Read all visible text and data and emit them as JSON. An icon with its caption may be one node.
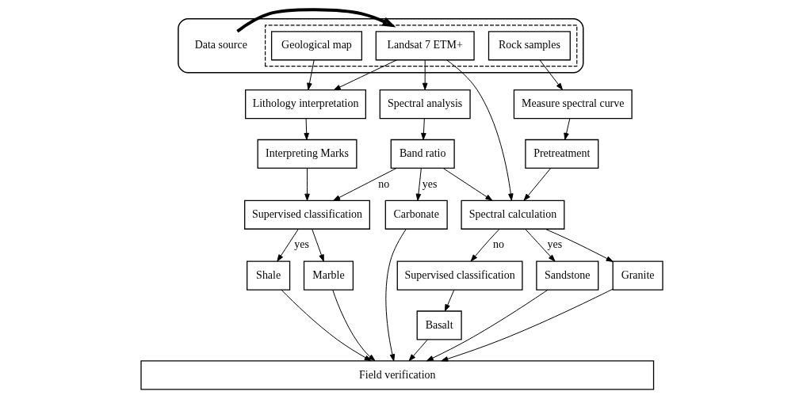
{
  "diagram": {
    "nodes": [
      {
        "text": [],
        "shape": "cylinder"
      },
      {
        "text": [],
        "shape": "box",
        "in": 0
      },
      {
        "text": [
          "Landsat 7 ETM+"
        ],
        "in": 1
      },
      {
        "text": [
          "Geological map"
        ],
        "in": 1
      },
      {
        "text": [
          "Rock samples"
        ],
        "in": 1
      },
      {
        "text": [
          "Data source"
        ],
        "in": 0
      },
      {
        "text": [
          "Lithology interpretation"
        ]
      },
      {
        "text": [
          "Spectral analysis"
        ]
      },
      {
        "text": [
          "Measure spectral curve"
        ]
      },
      {
        "text": [
          "Interpreting Marks"
        ]
      },
      {
        "text": [
          "Pretreatment"
        ]
      },
      {
        "text": [
          "Band ratio"
        ]
      },
      {
        "text": [
          "Supervised classification"
        ]
      },
      {
        "text": [
          "Spectral calculation"
        ]
      },
      {
        "text": [
          "Supervised classification"
        ]
      },
      {
        "text": [
          "Carbonate"
        ]
      },
      {
        "text": [
          "Shale"
        ]
      },
      {
        "text": [
          "Marble"
        ]
      },
      {
        "text": [
          "Sandstone"
        ]
      },
      {
        "text": [
          "Granite"
        ]
      },
      {
        "text": [
          "Basalt"
        ]
      },
      {
        "text": [
          "Field verification"
        ]
      }
    ],
    "edges": [
      {
        "from": 5,
        "to": 1,
        "arrow": "to",
        "style": "thick"
      },
      {
        "from": 2,
        "to": 7,
        "arrow": "to"
      },
      {
        "from": 2,
        "to": 6,
        "arrow": "to"
      },
      {
        "from": 3,
        "to": 6,
        "arrow": "to"
      },
      {
        "from": 4,
        "to": 8,
        "arrow": "to"
      },
      {
        "from": 2,
        "to": 13,
        "arrow": "to"
      },
      {
        "from": 7,
        "to": 11,
        "arrow": "to"
      },
      {
        "from": 6,
        "to": 9,
        "arrow": "to"
      },
      {
        "from": 9,
        "to": 12,
        "arrow": "to"
      },
      {
        "from": 8,
        "to": 10,
        "arrow": "to"
      },
      {
        "from": 10,
        "to": 13,
        "arrow": "to"
      },
      {
        "from": 11,
        "to": 12,
        "arrow": "to",
        "label": "no"
      },
      {
        "from": 11,
        "to": 13,
        "arrow": "to"
      },
      {
        "from": 11,
        "to": 15,
        "arrow": "to",
        "label": "yes"
      },
      {
        "from": 12,
        "to": 16,
        "arrow": "to",
        "label": "yes"
      },
      {
        "from": 12,
        "to": 17,
        "arrow": "to"
      },
      {
        "from": 13,
        "to": 14,
        "arrow": "to",
        "label": "no"
      },
      {
        "from": 13,
        "to": 18,
        "arrow": "to",
        "label": "yes"
      },
      {
        "from": 13,
        "to": 19,
        "arrow": "to"
      },
      {
        "from": 14,
        "to": 20,
        "arrow": "to"
      },
      {
        "from": 15,
        "to": 21,
        "arrow": "to"
      },
      {
        "from": 16,
        "to": 21,
        "arrow": "to"
      },
      {
        "from": 17,
        "to": 21,
        "arrow": "to"
      },
      {
        "from": 18,
        "to": 21,
        "arrow": "to"
      },
      {
        "from": 19,
        "to": 21,
        "arrow": "to"
      },
      {
        "from": 20,
        "to": 21,
        "arrow": "to"
      }
    ]
  }
}
